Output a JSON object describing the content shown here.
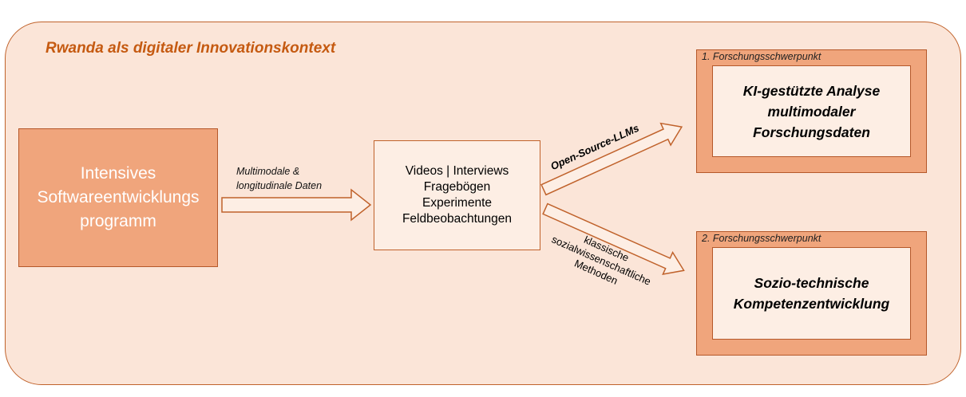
{
  "context": {
    "title": "Rwanda als digitaler Innovationskontext"
  },
  "program": {
    "lines": [
      "Intensives",
      "Softwareentwicklungs",
      "programm"
    ]
  },
  "input_arrow": {
    "label_lines": [
      "Multimodale &",
      "longitudinale Daten"
    ]
  },
  "methods": {
    "lines": [
      "Videos | Interviews",
      "Fragebögen",
      "Experimente",
      "Feldbeobachtungen"
    ]
  },
  "upper_arrow": {
    "label": "Open-Source-LLMs"
  },
  "lower_arrow": {
    "label_lines": [
      "klassische",
      "sozialwissenschaftliche",
      "Methoden"
    ]
  },
  "focus1": {
    "label": "1. Forschungsschwerpunkt",
    "lines": [
      "KI-gestützte Analyse",
      "multimodaler",
      "Forschungsdaten"
    ]
  },
  "focus2": {
    "label": "2. Forschungsschwerpunkt",
    "lines": [
      "Sozio-technische",
      "Kompetenzentwicklung"
    ]
  },
  "colors": {
    "accent": "#c55a11",
    "box_fill": "#f0a57c",
    "background": "#fbe5d8"
  }
}
